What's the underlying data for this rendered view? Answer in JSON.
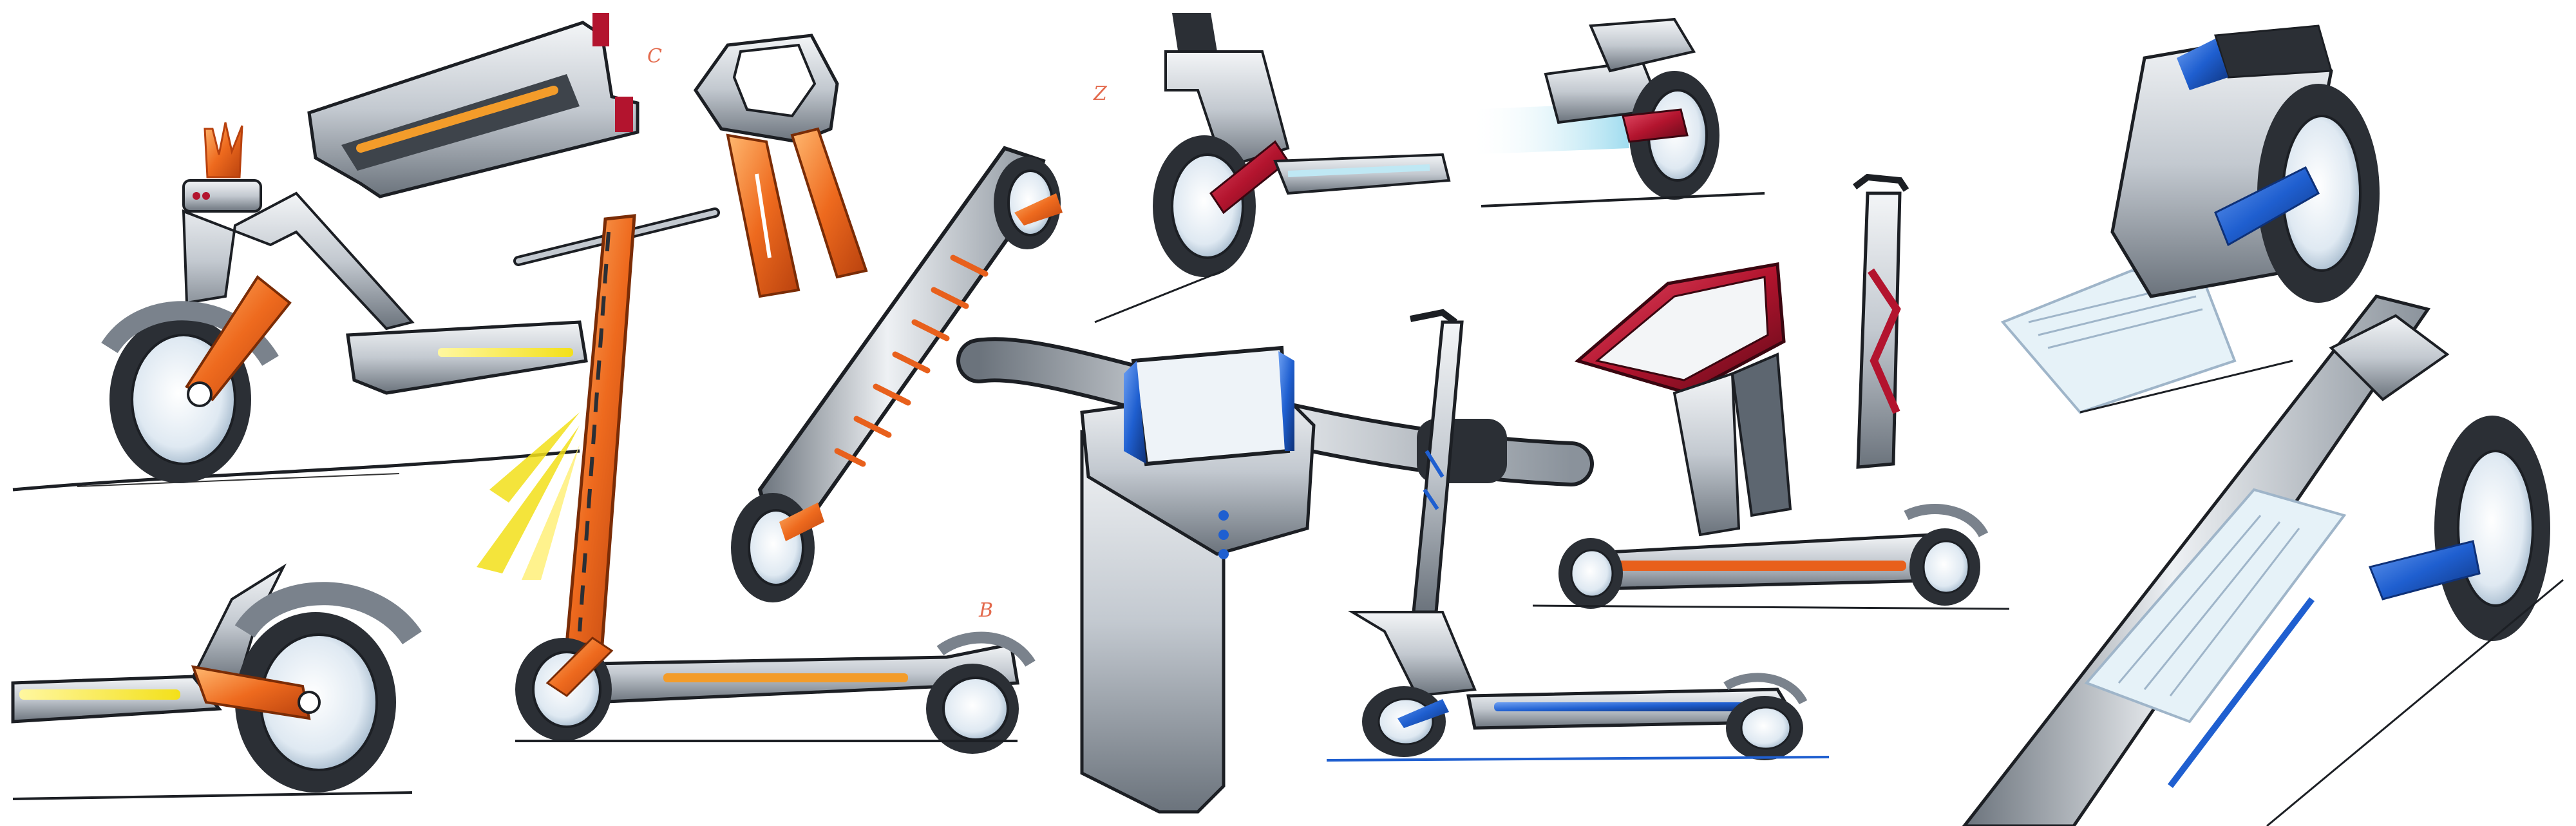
{
  "sheet": {
    "background": "#ffffff",
    "marks": [
      "C",
      "Z",
      "B"
    ]
  },
  "palette": {
    "orange": "#e8601c",
    "orange_light": "#f7a35c",
    "red": "#b3142e",
    "blue": "#1f5fd0",
    "yellow": "#f3e01a",
    "grey_light": "#e7eaee",
    "grey_mid": "#b9c0c8",
    "grey_dark": "#5d6670",
    "ink": "#1c1f24",
    "cyan_glow": "#bfe8f4"
  },
  "sketches": [
    {
      "name": "orange-side-scooter",
      "accent": "orange"
    },
    {
      "name": "deck-module-top",
      "accent": "orange"
    },
    {
      "name": "handlebar-clamp",
      "accent": "orange"
    },
    {
      "name": "orange-folding-scooter",
      "accent": "orange"
    },
    {
      "name": "tilted-deck-scooter",
      "accent": "orange"
    },
    {
      "name": "orange-rear-wheel-detail",
      "accent": "orange"
    },
    {
      "name": "handlebar-display-closeup",
      "accent": "blue"
    },
    {
      "name": "rear-fork-detail-red",
      "accent": "red"
    },
    {
      "name": "rear-wheel-glow-detail",
      "accent": "red"
    },
    {
      "name": "red-tall-scooter",
      "accent": "red"
    },
    {
      "name": "red-saddle-detail",
      "accent": "red"
    },
    {
      "name": "blue-scooter",
      "accent": "blue"
    },
    {
      "name": "blue-wheel-topview",
      "accent": "blue"
    },
    {
      "name": "blue-deck-closeup",
      "accent": "blue"
    }
  ]
}
